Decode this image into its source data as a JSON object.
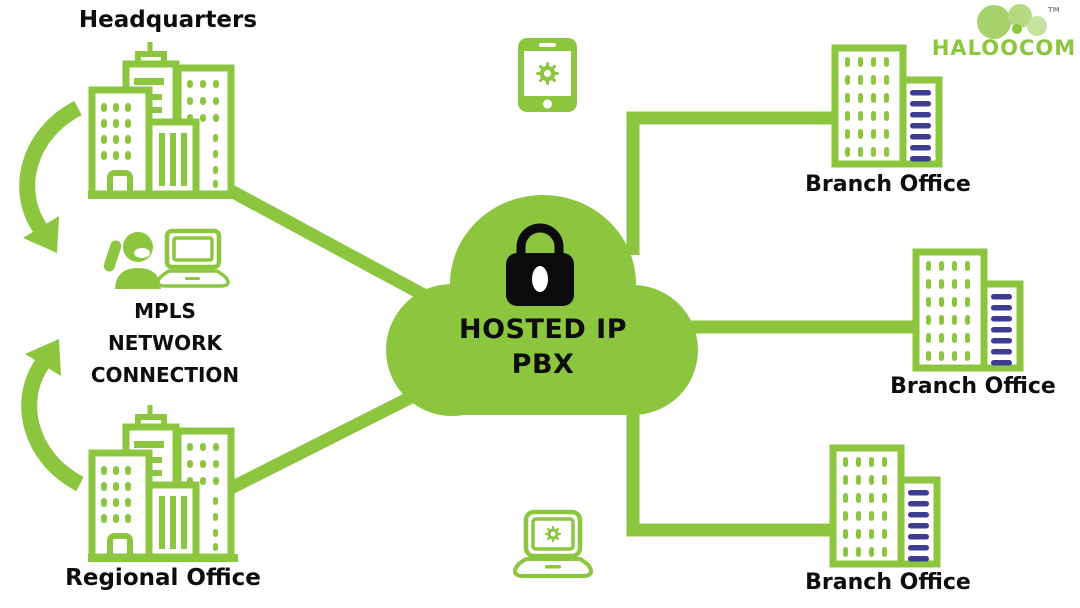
{
  "brand": {
    "name": "HALOOCOM",
    "trademark": "TM"
  },
  "cloud": {
    "title_line1": "HOSTED IP",
    "title_line2": "PBX",
    "icon": "padlock-icon"
  },
  "left_column": {
    "headquarters_label": "Headquarters",
    "mpls_line1": "MPLS",
    "mpls_line2": "NETWORK",
    "mpls_line3": "CONNECTION",
    "regional_label": "Regional Office"
  },
  "branches": [
    {
      "label": "Branch Office"
    },
    {
      "label": "Branch Office"
    },
    {
      "label": "Branch Office"
    }
  ],
  "icons": {
    "cloud": "cloud-icon",
    "lock": "padlock-icon",
    "city_building": "city-building-icon",
    "branch_building": "branch-building-icon",
    "smartphone": "smartphone-gear-icon",
    "laptop_gear": "laptop-gear-icon",
    "call_agent": "call-agent-icon",
    "agent_laptop": "laptop-icon",
    "curved_arrow_down": "curved-arrow-down-icon",
    "curved_arrow_up": "curved-arrow-up-icon",
    "logo_cloud": "haloocom-cloud-logo-icon"
  },
  "colors": {
    "green": "#8CC63F",
    "blue": "#3C3D91",
    "text_black": "#0D0D0D",
    "logo_blob_1": "#A6D16B",
    "logo_blob_2": "#B4D97F",
    "logo_blob_3": "#C6E29F",
    "tm_gray": "#8F8F8F"
  }
}
